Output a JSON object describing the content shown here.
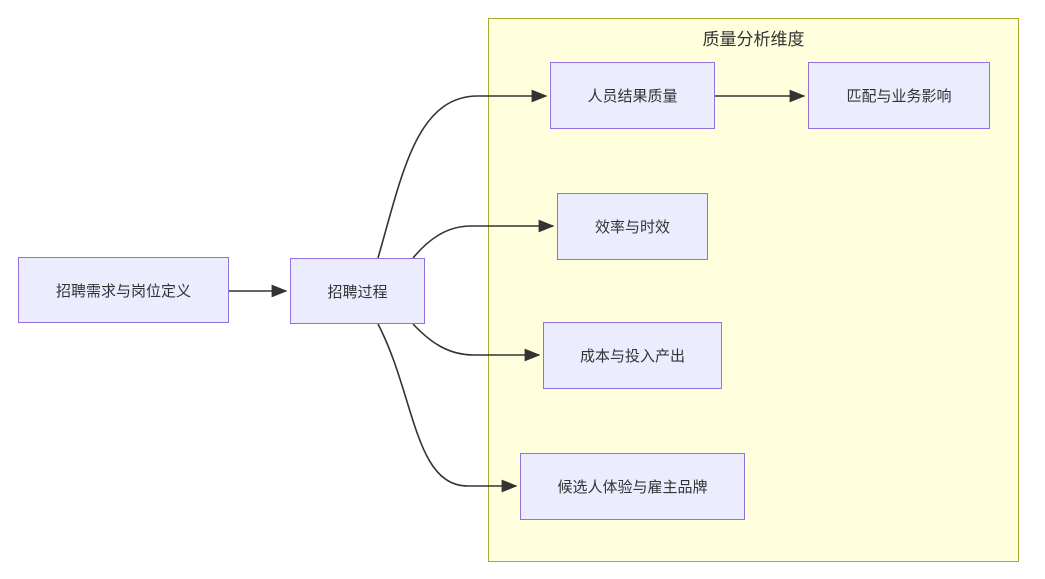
{
  "diagram": {
    "type": "flowchart",
    "subgraph": {
      "title": "质量分析维度"
    },
    "nodes": {
      "requirements": {
        "label": "招聘需求与岗位定义"
      },
      "process": {
        "label": "招聘过程"
      },
      "outcome_quality": {
        "label": "人员结果质量"
      },
      "business_impact": {
        "label": "匹配与业务影响"
      },
      "efficiency": {
        "label": "效率与时效"
      },
      "cost": {
        "label": "成本与投入产出"
      },
      "candidate_experience": {
        "label": "候选人体验与雇主品牌"
      }
    },
    "edges": [
      {
        "from": "招聘需求与岗位定义",
        "to": "招聘过程"
      },
      {
        "from": "招聘过程",
        "to": "人员结果质量"
      },
      {
        "from": "招聘过程",
        "to": "效率与时效"
      },
      {
        "from": "招聘过程",
        "to": "成本与投入产出"
      },
      {
        "from": "招聘过程",
        "to": "候选人体验与雇主品牌"
      },
      {
        "from": "人员结果质量",
        "to": "匹配与业务影响"
      }
    ],
    "colors": {
      "node_fill": "#ECECFF",
      "node_border": "#9370DB",
      "container_fill": "#FFFFDE",
      "container_border": "#AAAA33",
      "edge": "#333333",
      "text": "#333333"
    }
  }
}
